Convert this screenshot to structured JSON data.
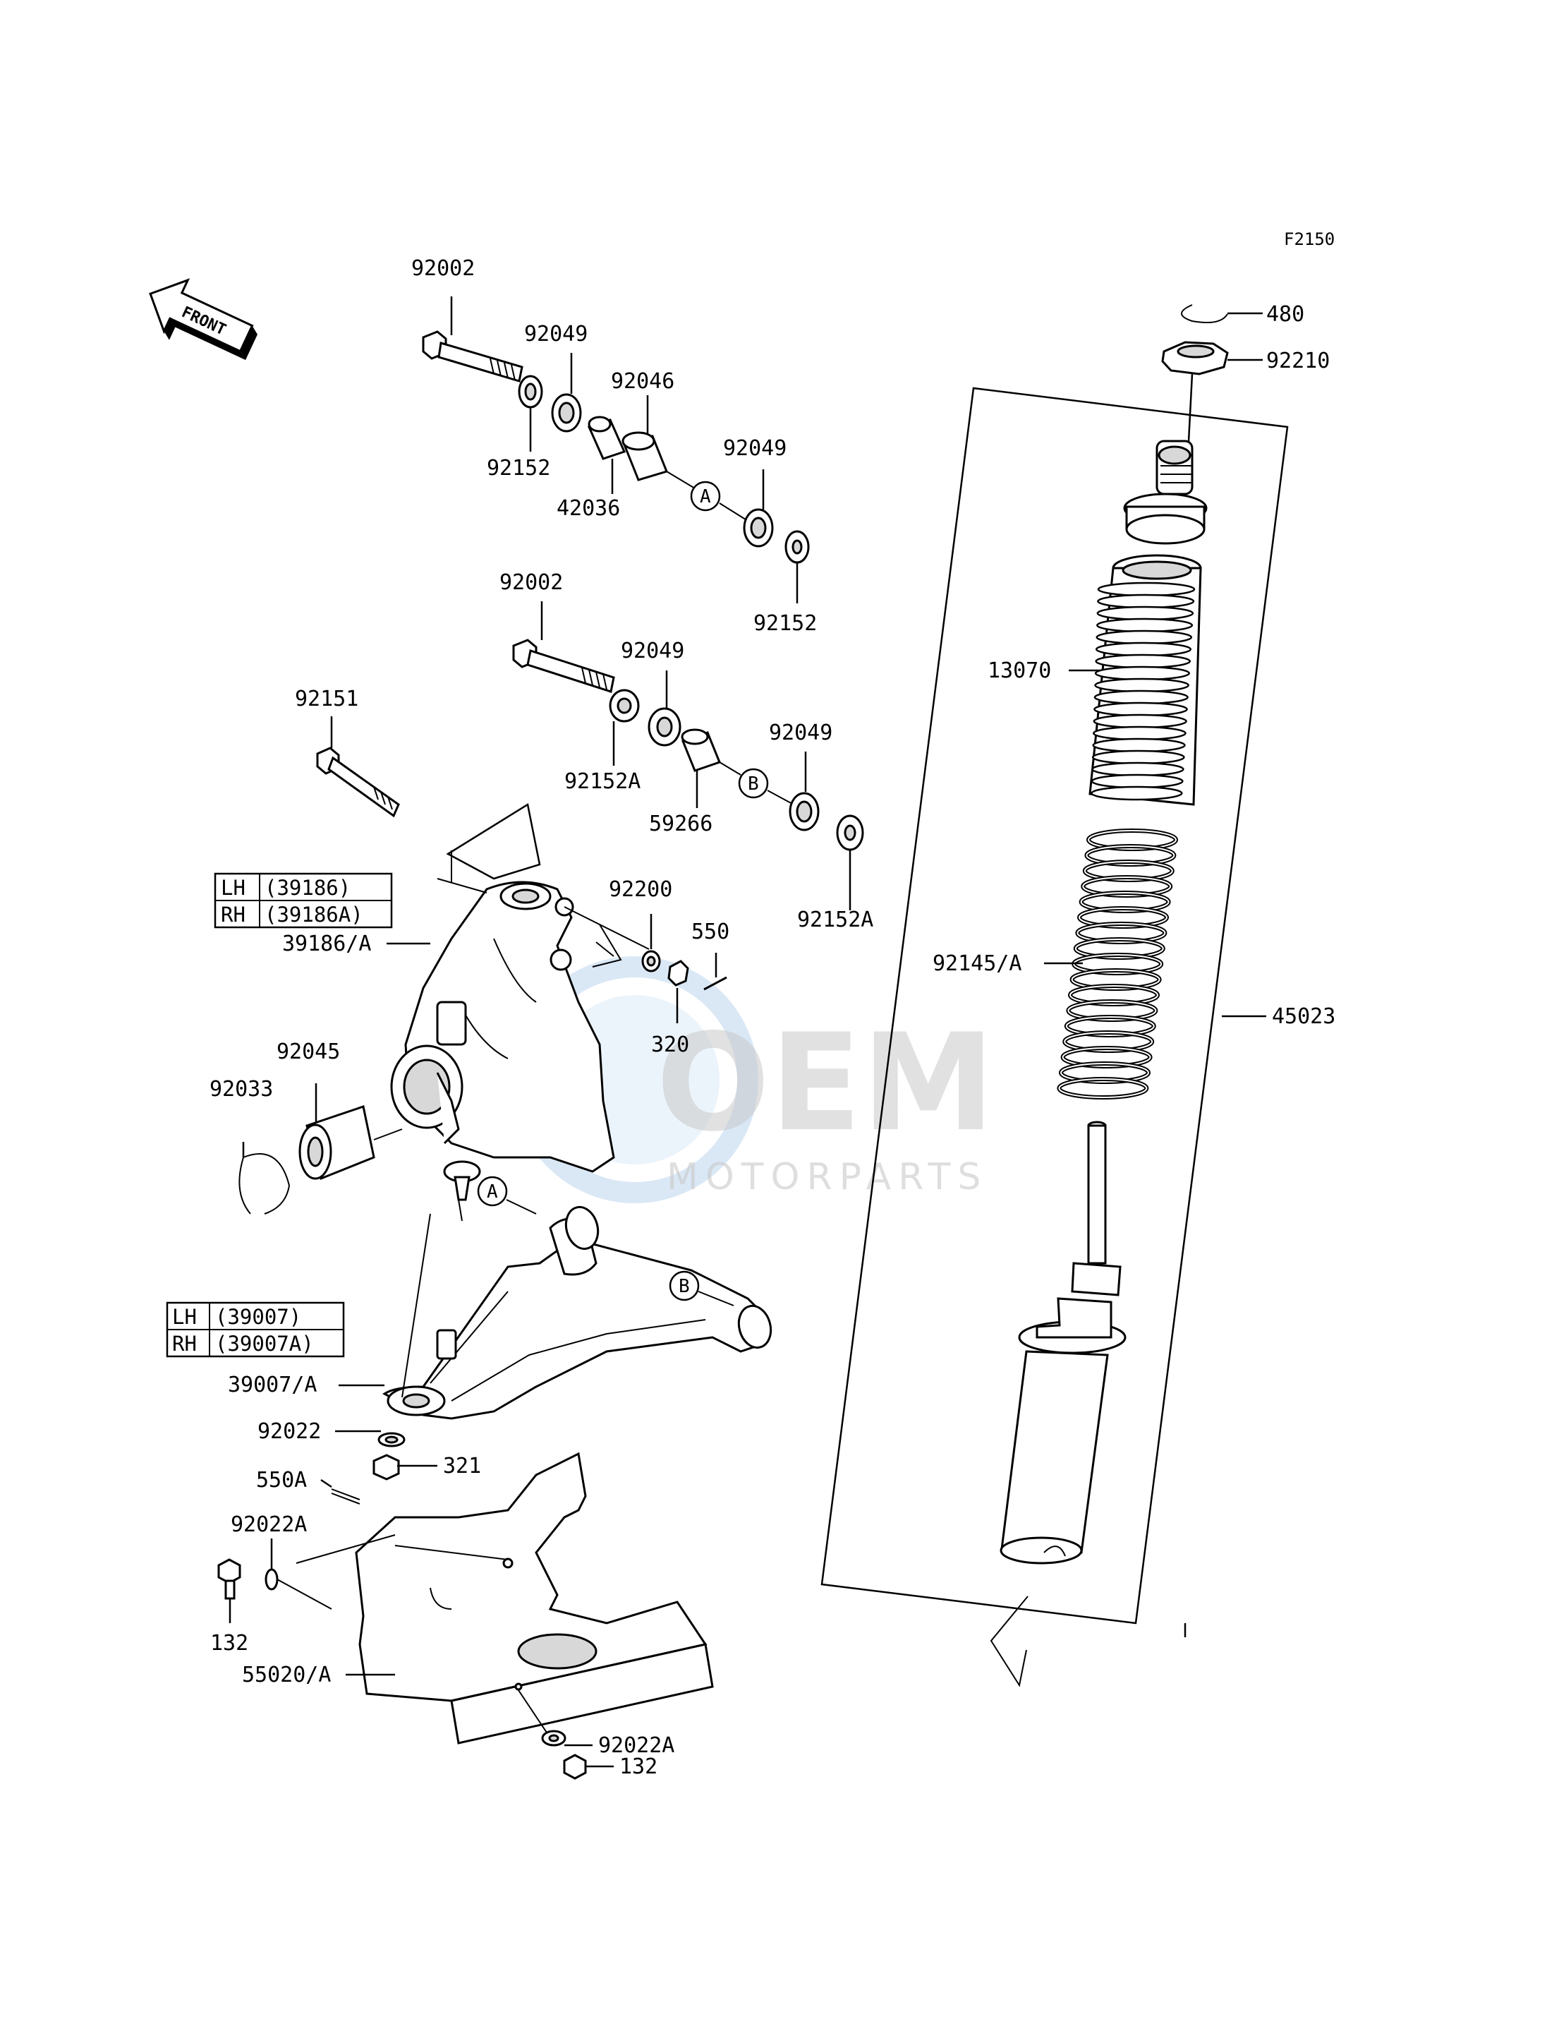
{
  "diagram": {
    "code": "F2150",
    "front_label": "FRONT",
    "watermark": {
      "main": "OEM",
      "sub": "MOTORPARTS"
    },
    "callouts": {
      "a": "A",
      "b": "B"
    },
    "parts": {
      "p92002_top": "92002",
      "p92049_top": "92049",
      "p92046": "92046",
      "p92152_top": "92152",
      "p42036": "42036",
      "p92049_a": "92049",
      "p92152_a": "92152",
      "p92002_mid": "92002",
      "p92049_mid": "92049",
      "p92151": "92151",
      "p92152A_mid": "92152A",
      "p92049_b": "92049",
      "p59266": "59266",
      "p92152A_b": "92152A",
      "p92200": "92200",
      "p550": "550",
      "p320": "320",
      "p39186A": "39186/A",
      "p92045": "92045",
      "p92033": "92033",
      "p39007A": "39007/A",
      "p92022": "92022",
      "p321": "321",
      "p550A": "550A",
      "p92022A_left": "92022A",
      "p132_left": "132",
      "p55020A": "55020/A",
      "p92022A_bottom": "92022A",
      "p132_bottom": "132",
      "p480": "480",
      "p92210": "92210",
      "p13070": "13070",
      "p92145A": "92145/A",
      "p45023": "45023"
    },
    "table_39186": [
      {
        "side": "LH",
        "num": "(39186)"
      },
      {
        "side": "RH",
        "num": "(39186A)"
      }
    ],
    "table_39007": [
      {
        "side": "LH",
        "num": "(39007)"
      },
      {
        "side": "RH",
        "num": "(39007A)"
      }
    ]
  }
}
